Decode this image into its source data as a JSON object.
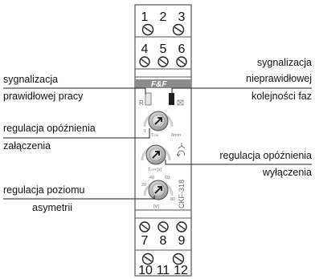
{
  "terminals": {
    "top_row1": [
      "1",
      "2",
      "3"
    ],
    "top_row2": [
      "4",
      "5",
      "6"
    ],
    "bottom_row1": [
      "7",
      "8",
      "9"
    ],
    "bottom_row2": [
      "10",
      "11",
      "12"
    ]
  },
  "device": {
    "logo": "F&F",
    "model": "CKF-318",
    "led_left": "R",
    "led_right_icon": "phase-sequence-icon",
    "knob1": {
      "unit": "T",
      "unit_sub": "ON",
      "min": "1",
      "max": "8min"
    },
    "knob2": {
      "unit": "T",
      "unit_sub": "OFF",
      "unit_suffix": "[s]"
    },
    "knob3": {
      "unit": "[V]",
      "scale": [
        "40",
        "60",
        "20",
        "80"
      ]
    }
  },
  "labels": {
    "left_top_1": "sygnalizacja",
    "left_top_2": "prawidłowej pracy",
    "right_top_1": "sygnalizacja",
    "right_top_2": "nieprawidłowej",
    "right_top_3": "kolejności faz",
    "left_mid_1": "regulacja opóźnienia",
    "left_mid_2": "załączenia",
    "right_mid_1": "regulacja opóźnienia",
    "right_mid_2": "wyłączenia",
    "left_bot_1": "regulacja poziomu",
    "left_bot_2": "asymetrii"
  }
}
